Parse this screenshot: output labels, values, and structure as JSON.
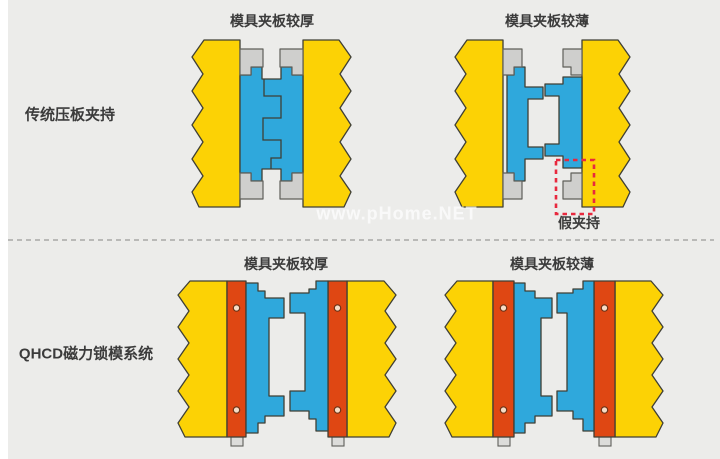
{
  "watermark": {
    "text": "www.pHome.NET"
  },
  "rows": [
    {
      "label": "传统压板夹持",
      "diagrams": [
        {
          "title": "模具夹板较厚"
        },
        {
          "title": "模具夹板较薄",
          "annotation": "假夹持"
        }
      ]
    },
    {
      "label": "QHCD磁力锁模系统",
      "diagrams": [
        {
          "title": "模具夹板较厚"
        },
        {
          "title": "模具夹板较薄"
        }
      ]
    }
  ],
  "colors": {
    "background": "#ececea",
    "yellow": "#fcd205",
    "blue": "#2fa8dc",
    "red": "#df4713",
    "gray": "#cfcfcd",
    "graystroke": "#5f5f5a",
    "foot": "#dcdcda",
    "bolt": "#f6dcc6",
    "boltstroke": "#6d3317",
    "outline": "#3f3f35",
    "divider": "#a8a8a6",
    "highlight": "#e8283e",
    "text": "#3b3b3b",
    "watermark": "#ffffff"
  }
}
